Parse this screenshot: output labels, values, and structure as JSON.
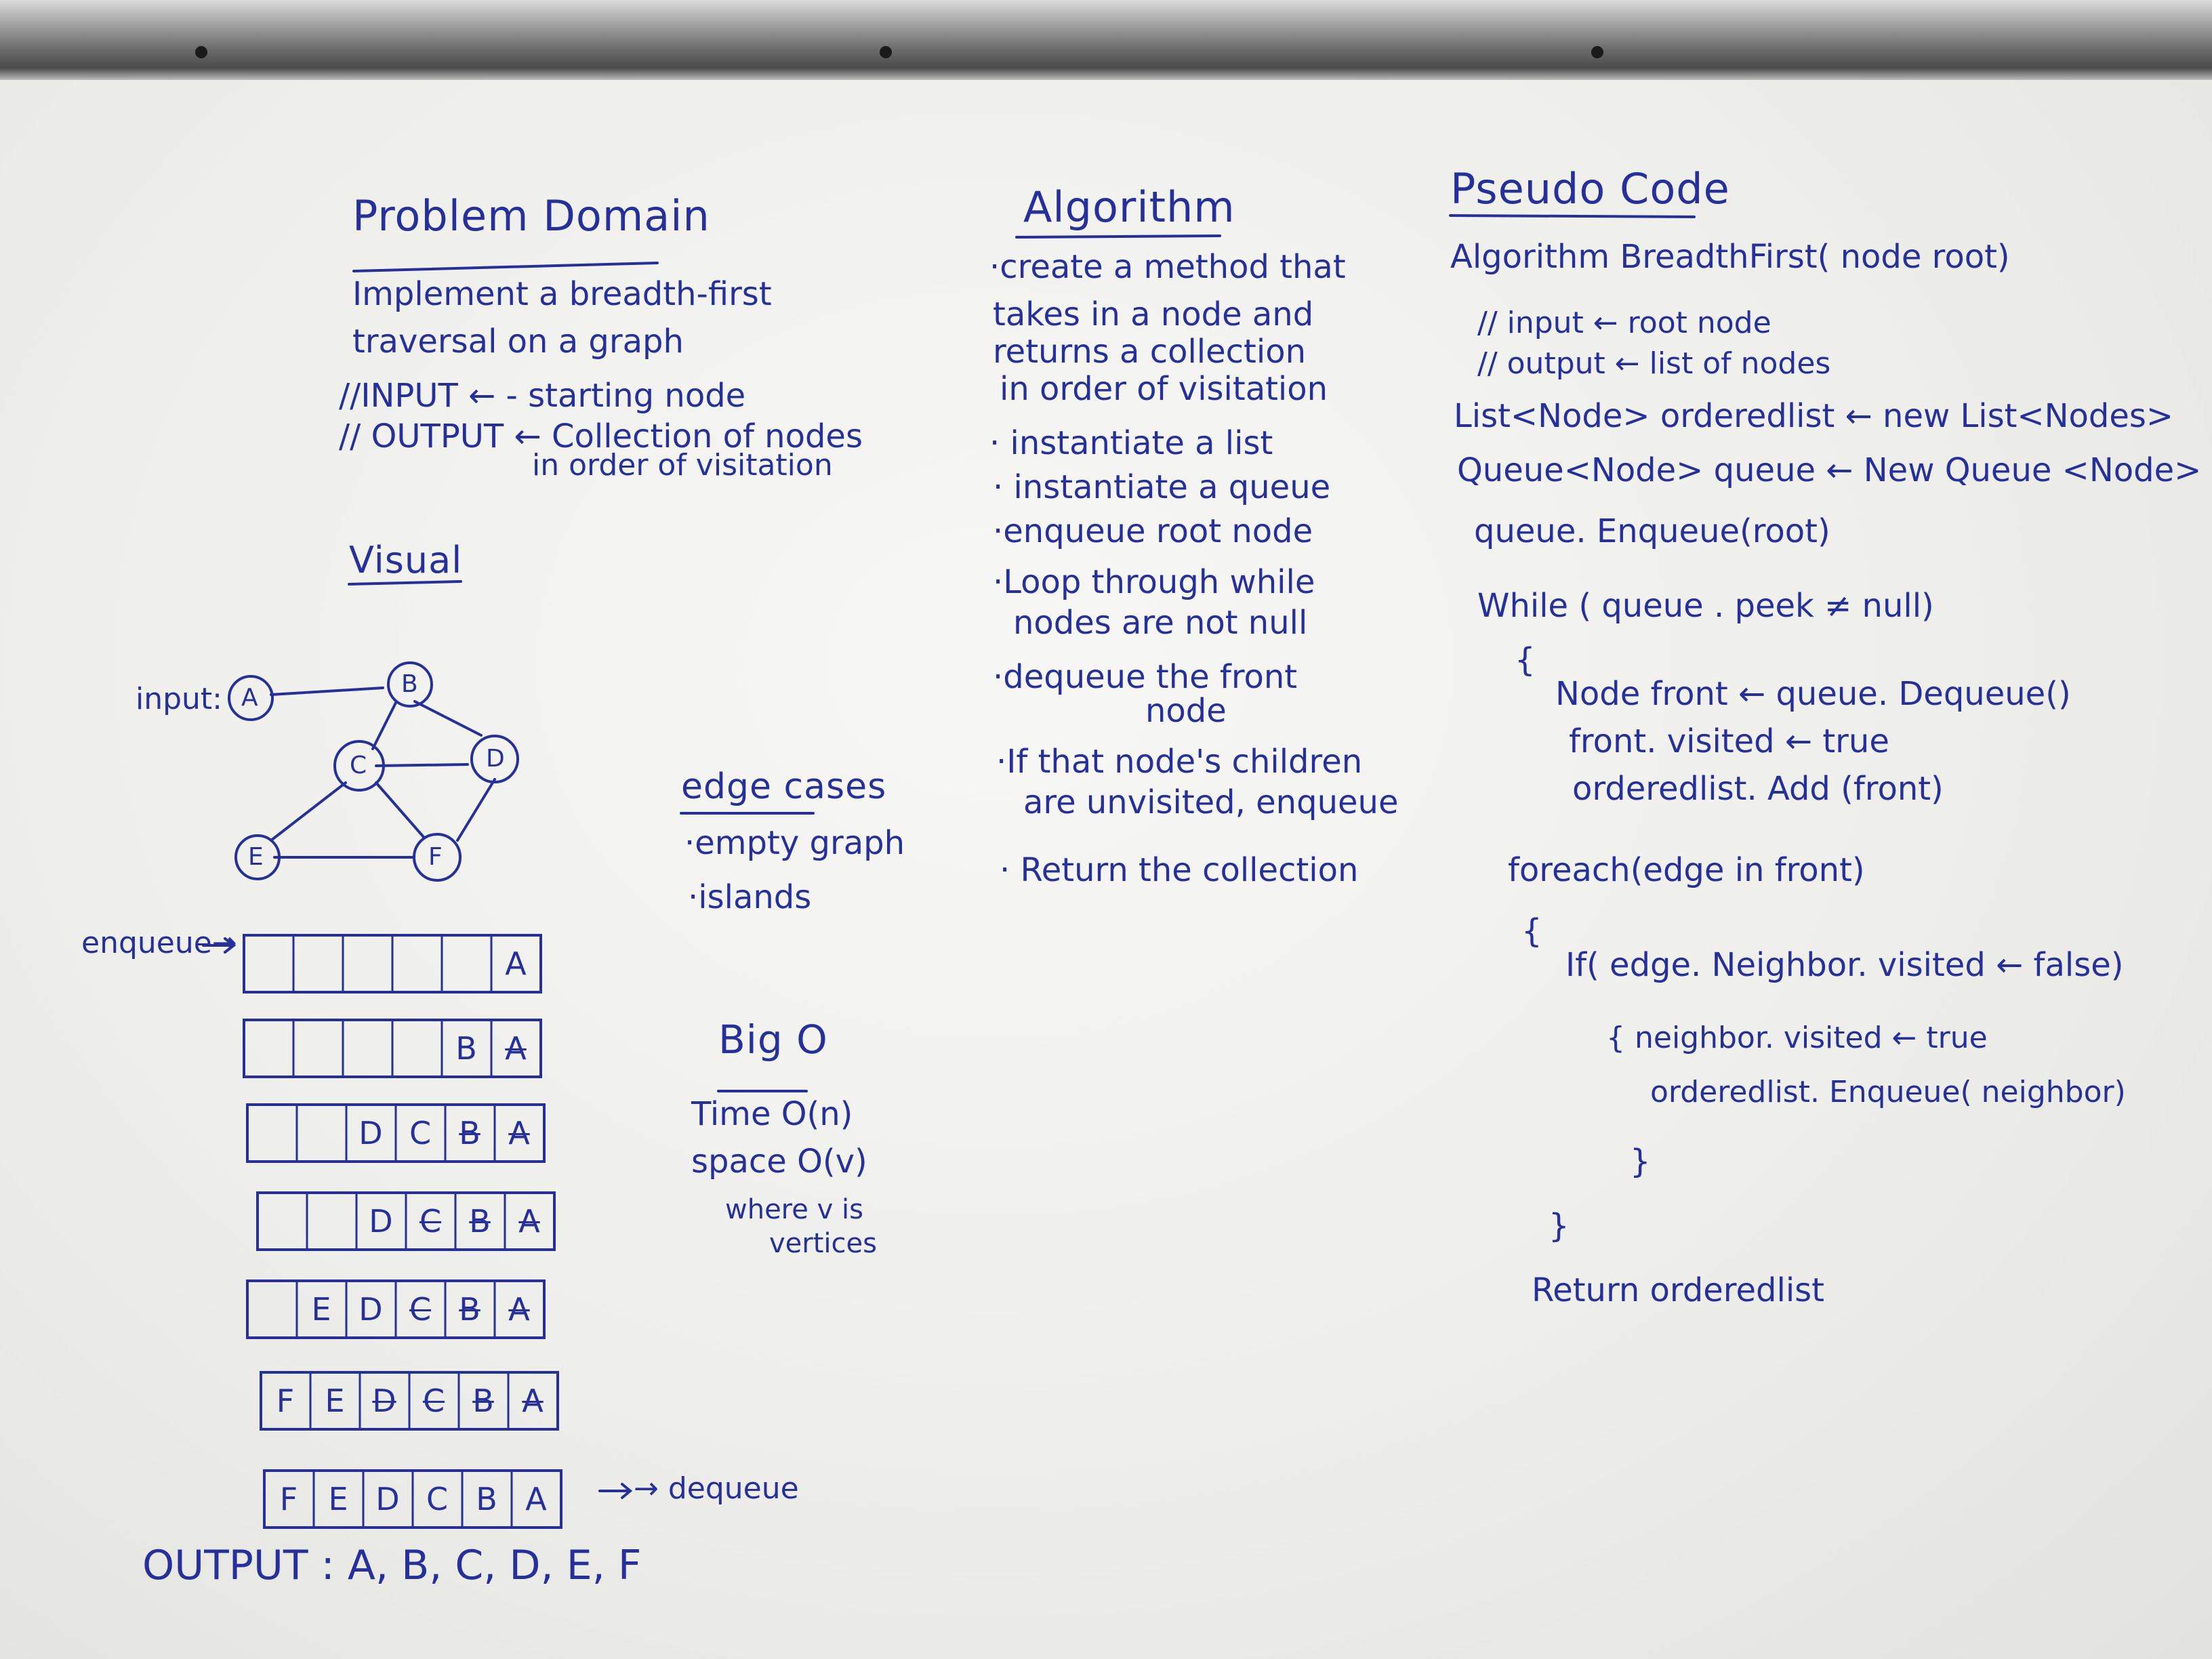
{
  "problem_domain": {
    "title": "Problem Domain",
    "line1": "Implement a breadth-first",
    "line2": "traversal on a graph",
    "input": "//INPUT ← - starting node",
    "output": "// OUTPUT ← Collection of nodes",
    "output_cont": "in order of visitation"
  },
  "visual": {
    "title": "Visual",
    "input_label": "input:",
    "nodes": [
      "A",
      "B",
      "C",
      "D",
      "E",
      "F"
    ],
    "enqueue_label": "enqueue→",
    "dequeue_label": "→ dequeue",
    "queue_rows": [
      [
        "",
        "",
        "",
        "",
        "",
        "A"
      ],
      [
        "",
        "",
        "",
        "",
        "B",
        "A"
      ],
      [
        "",
        "",
        "D",
        "C",
        "B",
        "A"
      ],
      [
        "",
        "",
        "D",
        "C",
        "B",
        "A"
      ],
      [
        "",
        "E",
        "D",
        "C",
        "B",
        "A"
      ],
      [
        "F",
        "E",
        "D",
        "C",
        "B",
        "A"
      ],
      [
        "F",
        "E",
        "D",
        "C",
        "B",
        "A"
      ]
    ],
    "output": "OUTPUT : A, B, C, D, E, F"
  },
  "edge_cases": {
    "title": "edge cases",
    "item1": "·empty graph",
    "item2": "·islands"
  },
  "big_o": {
    "title": "Big O",
    "time": "Time O(n)",
    "space": "space O(v)",
    "note1": "where v is",
    "note2": "vertices"
  },
  "algorithm": {
    "title": "Algorithm",
    "lines": [
      "·create a method that",
      "takes in a node and",
      "returns a collection",
      "in order of visitation",
      "· instantiate a list",
      "· instantiate a queue",
      "·enqueue root node",
      "·Loop through while",
      "nodes are not null",
      "·dequeue the front",
      "node",
      "·If that node's children",
      "are unvisited, enqueue",
      "· Return the collection"
    ]
  },
  "pseudo_code": {
    "title": "Pseudo Code",
    "lines": [
      "Algorithm BreadthFirst( node root)",
      "// input ← root node",
      "// output ← list of nodes",
      "List<Node> orderedlist ← new List<Nodes>",
      "Queue<Node> queue ← New Queue <Node>",
      "queue. Enqueue(root)",
      "While ( queue . peek ≠ null)",
      "{",
      "Node front ← queue. Dequeue()",
      "front. visited ← true",
      "orderedlist. Add (front)",
      "foreach(edge in front)",
      "{",
      "If( edge. Neighbor. visited ← false)",
      "{ neighbor. visited ← true",
      "orderedlist. Enqueue( neighbor)",
      "}",
      "}",
      "Return orderedlist"
    ]
  },
  "colors": {
    "ink": "#27309a",
    "board": "#f4f4f2",
    "rail": "#6e6e6e"
  }
}
